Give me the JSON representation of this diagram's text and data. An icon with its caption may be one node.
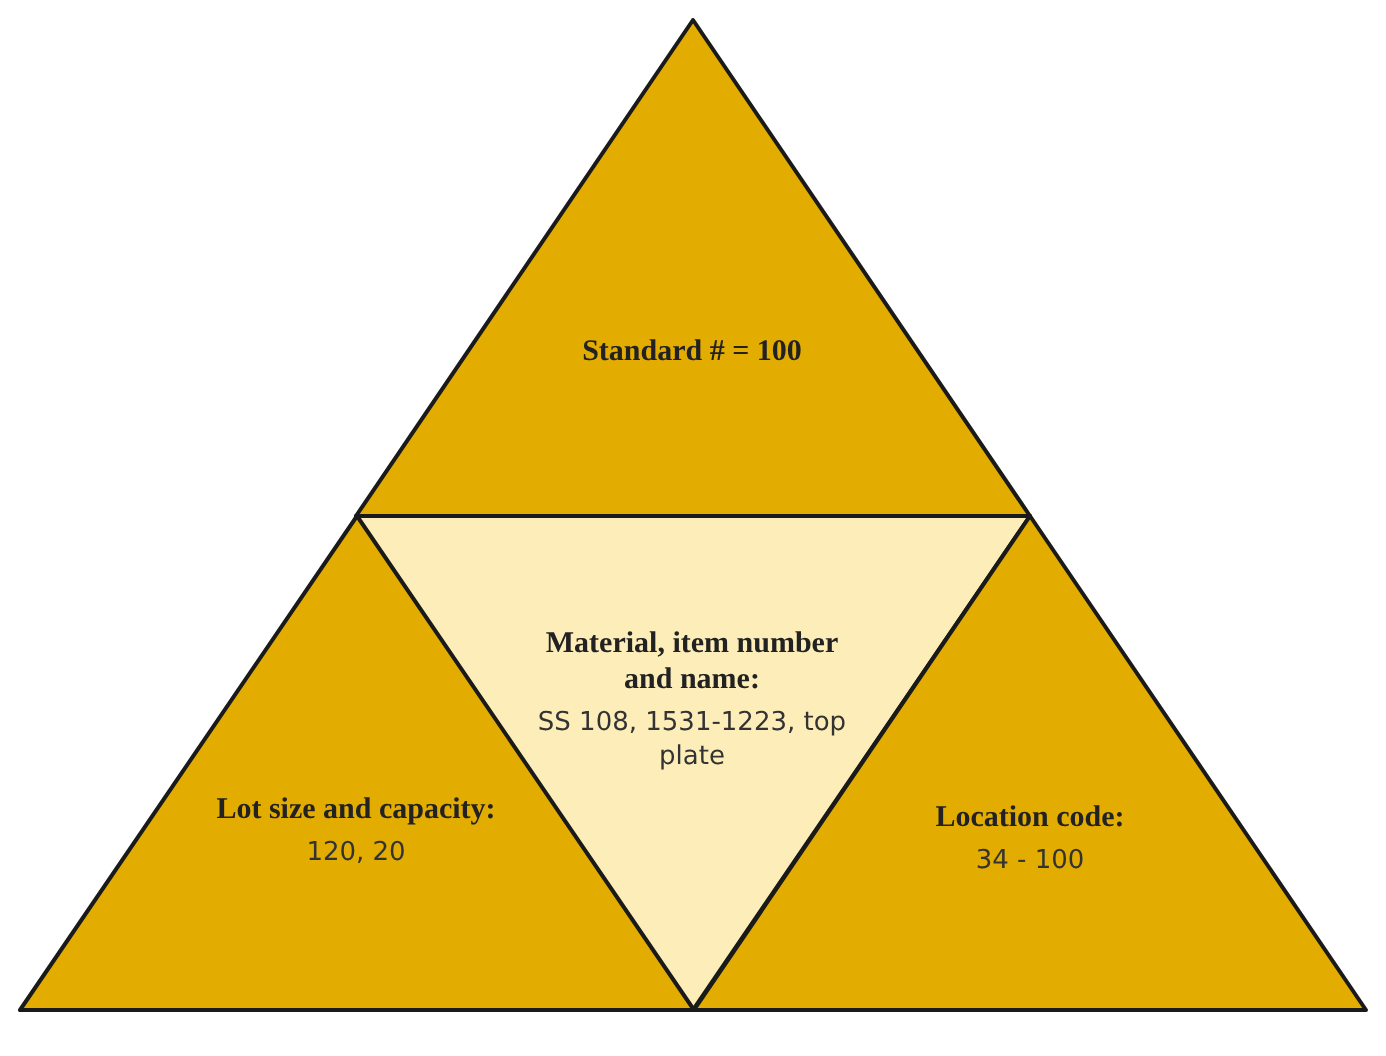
{
  "diagram": {
    "nodes": [
      {
        "text": [
          "Standard # = 100"
        ]
      },
      {
        "text": [
          "Material, item number and name:",
          "SS 108, 1531-1223, top plate"
        ]
      },
      {
        "text": [
          "Lot size and capacity:",
          "120, 20"
        ]
      },
      {
        "text": [
          "Location code:",
          "34 - 100"
        ]
      }
    ]
  }
}
